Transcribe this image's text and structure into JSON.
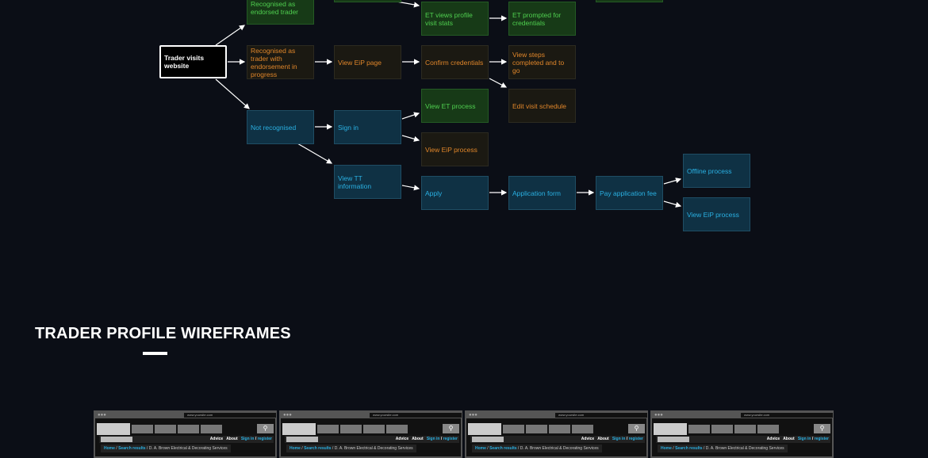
{
  "flow": {
    "start": "Trader visits website",
    "endorsed": "Recognised as endorsed trader",
    "in_progress": "Recognised as trader with endorsement in progress",
    "not_recognised": "Not recognised",
    "view_eip_page": "View EiP page",
    "sign_in": "Sign in",
    "view_tt": "View TT information",
    "et_views": "ET views profile visit stats",
    "et_prompted": "ET prompted for credentials",
    "confirm": "Confirm credentials",
    "view_steps": "View steps completed and to go",
    "edit_visit": "Edit visit schedule",
    "view_et_process": "View ET process",
    "view_eip_process": "View EiP process",
    "apply": "Apply",
    "app_form": "Application form",
    "pay_fee": "Pay application fee",
    "offline": "Offline process",
    "view_eip_process2": "View EiP process"
  },
  "section": {
    "title": "TRADER PROFILE WIREFRAMES"
  },
  "wireframe": {
    "url": "www.yoursite.com",
    "advice": "Advice",
    "about": "About",
    "sign_in": "Sign in",
    "register": "register",
    "home": "Home",
    "search_results": "Search results",
    "business": "D. A. Brown Electrical & Decorating Services"
  }
}
